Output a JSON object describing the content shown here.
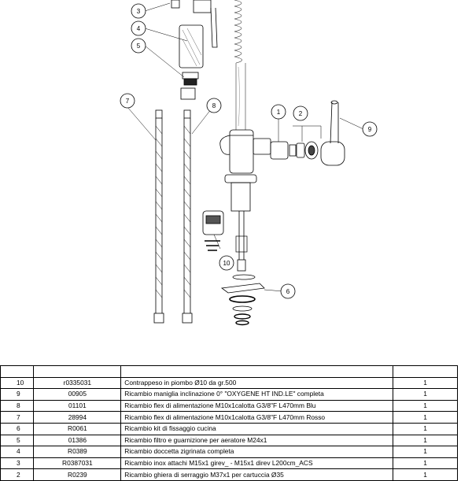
{
  "callouts": [
    "1",
    "2",
    "3",
    "4",
    "5",
    "6",
    "7",
    "8",
    "9",
    "10"
  ],
  "parts": [
    {
      "no": "10",
      "code": "r0335031",
      "description": "Contrappeso in piombo Ø10 da gr.500",
      "qty": "1"
    },
    {
      "no": "9",
      "code": "00905",
      "description": "Ricambio maniglia inclinazione 0° \"OXYGENE HT IND.LE\" completa",
      "qty": "1"
    },
    {
      "no": "8",
      "code": "01101",
      "description": "Ricambio flex di alimentazione M10x1calotta G3/8\"F L470mm Blu",
      "qty": "1"
    },
    {
      "no": "7",
      "code": "28994",
      "description": "Ricambio flex di alimentazione M10x1calotta G3/8\"F L470mm Rosso",
      "qty": "1"
    },
    {
      "no": "6",
      "code": "R0061",
      "description": "Ricambio kit di fissaggio cucina",
      "qty": "1"
    },
    {
      "no": "5",
      "code": "01386",
      "description": "Ricambio filtro e guarnizione per aeratore M24x1",
      "qty": "1"
    },
    {
      "no": "4",
      "code": "R0389",
      "description": "Ricambio doccetta zigrinata completa",
      "qty": "1"
    },
    {
      "no": "3",
      "code": "R0387031",
      "description": "Ricambio inox attachi M15x1 girev_ - M15x1 direv  L200cm_ACS",
      "qty": "1"
    },
    {
      "no": "2",
      "code": "R0239",
      "description": "Ricambio ghiera di serraggio M37x1 per cartuccia Ø35",
      "qty": "1"
    }
  ]
}
